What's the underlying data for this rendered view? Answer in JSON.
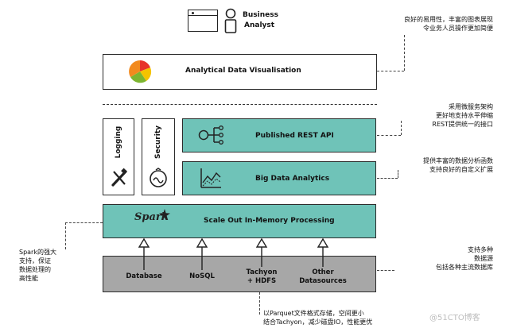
{
  "top": {
    "user_label_line1": "Business",
    "user_label_line2": "Analyst"
  },
  "layers": {
    "visualisation": "Analytical  Data Visualisation",
    "logging": "Logging",
    "security": "Security",
    "rest_api": "Published REST API",
    "big_data": "Big Data Analytics",
    "processing": "Scale Out In-Memory Processing",
    "spark_logo": "Spark"
  },
  "sources": [
    {
      "line1": "Database",
      "line2": ""
    },
    {
      "line1": "NoSQL",
      "line2": ""
    },
    {
      "line1": "Tachyon",
      "line2": "+ HDFS"
    },
    {
      "line1": "Other",
      "line2": "Datasources"
    }
  ],
  "notes": {
    "vis": [
      "良好的易用性，丰富的图表展现",
      "令业务人员操作更加简便"
    ],
    "rest": [
      "采用微服务架构",
      "更好地支持水平伸缩",
      "REST提供统一的接口"
    ],
    "analytics": [
      "提供丰富的数据分析函数",
      "支持良好的自定义扩展"
    ],
    "spark": [
      "Spark的强大",
      "支持，保证",
      "数据处理的",
      "高性能"
    ],
    "datasources": [
      "支持多种",
      "数据源",
      "包括各种主流数据库"
    ],
    "parquet": [
      "以Parquet文件格式存储，空间更小",
      "结合Tachyon，减少磁盘IO，性能更优"
    ]
  },
  "watermark": "@51CTO博客",
  "colors": {
    "teal": "#6fc3b8",
    "grey": "#a7a7a7",
    "border": "#2b2b2b"
  }
}
